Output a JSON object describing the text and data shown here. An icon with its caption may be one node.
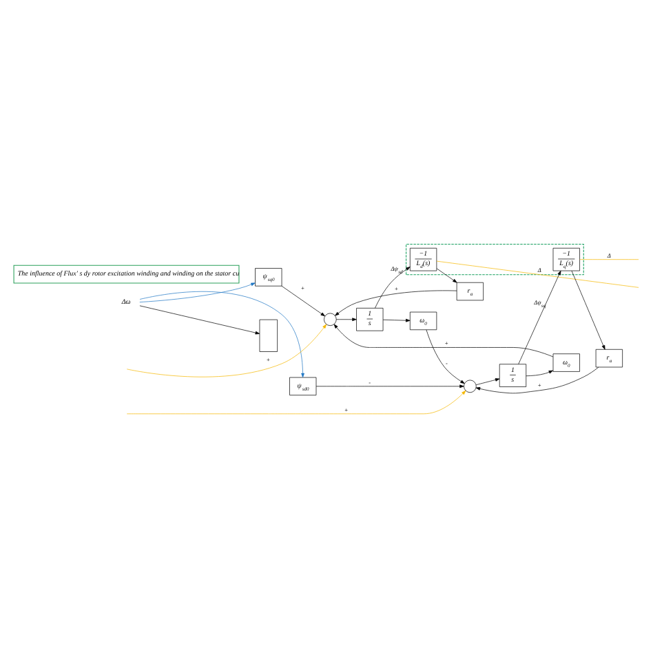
{
  "diagram": {
    "nodes": [
      {
        "text": [],
        "shape": "circle"
      },
      {
        "text": [
          "1",
          "s"
        ]
      },
      {
        "text": [],
        "shape": "box"
      },
      {
        "text": [
          "−1",
          "L$_{d}$(s)"
        ],
        "in": 2
      },
      {
        "text": [
          "r$_{a}$"
        ]
      },
      {
        "text": [
          "ψ$_{sq0}$"
        ]
      },
      {
        "text": [
          "ω$_{0}$"
        ]
      },
      {
        "text": [
          "ω$_{0}$"
        ]
      },
      {
        "text": [],
        "shape": "circle"
      },
      {
        "text": [
          "r$_{a}$"
        ]
      },
      {
        "text": [
          "1",
          "s"
        ]
      },
      {
        "text": [
          "−1",
          "L$_{q}$(s)"
        ],
        "in": 2
      },
      {
        "text": [
          "ψ$_{sd0}$"
        ]
      },
      {
        "text": [],
        "shape": "box"
      },
      {
        "text": [
          "Δω"
        ]
      },
      {
        "text": [
          "The influence of Flux′ s dy rotor excitation winding and winding on the stator cu"
        ]
      }
    ],
    "edges": [
      {
        "from": null,
        "to": 0,
        "arrow": "to",
        "label": "+",
        "color": "#f5b700"
      },
      {
        "from": 5,
        "to": 0,
        "arrow": "to",
        "label": "+"
      },
      {
        "from": 7,
        "to": 0,
        "arrow": "to",
        "label": "+"
      },
      {
        "from": 4,
        "to": 0,
        "arrow": "to",
        "label": "+"
      },
      {
        "from": 0,
        "to": 1,
        "arrow": "to"
      },
      {
        "from": 1,
        "to": 3,
        "arrow": "to",
        "label": "Δψ$_{sd}$"
      },
      {
        "from": 1,
        "to": 6,
        "arrow": "to"
      },
      {
        "from": 3,
        "to": null,
        "arrow": "none",
        "label": "Δ",
        "color": "#f5b700"
      },
      {
        "from": 3,
        "to": 4,
        "arrow": "to"
      },
      {
        "from": 6,
        "to": 8,
        "arrow": "to",
        "label": "-"
      },
      {
        "from": 9,
        "to": 8,
        "arrow": "to",
        "label": "+"
      },
      {
        "from": null,
        "to": 8,
        "arrow": "to",
        "label": "+",
        "color": "#f5b700"
      },
      {
        "from": 12,
        "to": 8,
        "arrow": "to",
        "label": "-"
      },
      {
        "from": 8,
        "to": 10,
        "arrow": "to"
      },
      {
        "from": 10,
        "to": 11,
        "arrow": "to",
        "label": "Δψ$_{sq}$"
      },
      {
        "from": 10,
        "to": 7,
        "arrow": "to"
      },
      {
        "from": 11,
        "to": null,
        "arrow": "none",
        "label": "Δ",
        "color": "#f5b700"
      },
      {
        "from": 11,
        "to": 9,
        "arrow": "to"
      },
      {
        "from": 14,
        "to": 13,
        "arrow": "to"
      },
      {
        "from": 14,
        "to": 12,
        "arrow": "to",
        "color": "#1f77c4"
      },
      {
        "from": 14,
        "to": 5,
        "arrow": "to",
        "color": "#1f77c4"
      }
    ]
  }
}
